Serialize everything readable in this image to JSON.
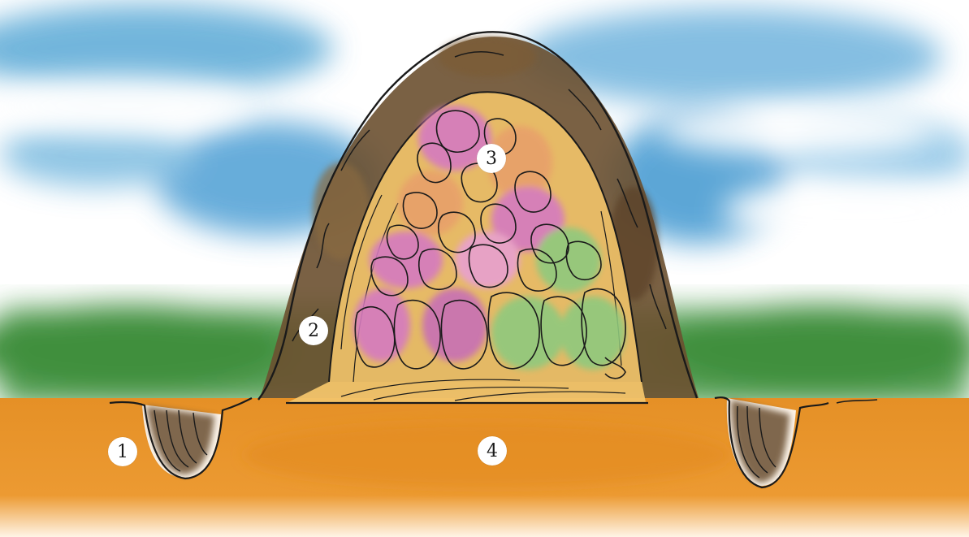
{
  "markers": [
    {
      "id": "1",
      "label": "1"
    },
    {
      "id": "2",
      "label": "2"
    },
    {
      "id": "3",
      "label": "3"
    },
    {
      "id": "4",
      "label": "4"
    }
  ],
  "colors": {
    "sky": "#5aa9d6",
    "cloud": "#ffffff",
    "grass": "#4a9a4a",
    "soil": "#e8962a",
    "earth_cover": "#6b5030",
    "straw": "#f2c46a",
    "produce_pink": "#d57ac0",
    "produce_green": "#8fc97e",
    "produce_orange": "#e8a06a",
    "ink": "#1a1a1a"
  }
}
